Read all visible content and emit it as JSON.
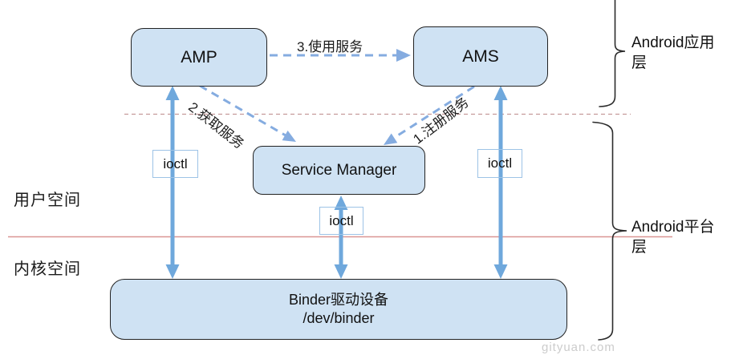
{
  "boxes": {
    "amp": "AMP",
    "ams": "AMS",
    "service_manager": "Service Manager",
    "binder_driver": {
      "line1": "Binder驱动设备",
      "line2": "/dev/binder"
    }
  },
  "ioctl_labels": {
    "left": "ioctl",
    "middle": "ioctl",
    "right": "ioctl"
  },
  "arrow_labels": {
    "register_service": "1.注册服务",
    "get_service": "2.获取服务",
    "use_service": "3.使用服务"
  },
  "region_labels": {
    "user_space": "用户空间",
    "kernel_space": "内核空间",
    "android_app_layer": "Android应用层",
    "android_platform_layer": "Android平台层"
  },
  "watermark": "gityuan.com",
  "colors": {
    "box_fill": "#cfe2f3",
    "box_border": "#222222",
    "solid_arrow_blue": "#6fa8dc",
    "dashed_arrow_blue": "#85ace0",
    "ioctl_border": "#9dc3e6",
    "user_kernel_divider_pink": "#d99694",
    "layer_divider_red_dashed": "#c59a9a",
    "watermark_gray": "#cccccc"
  }
}
